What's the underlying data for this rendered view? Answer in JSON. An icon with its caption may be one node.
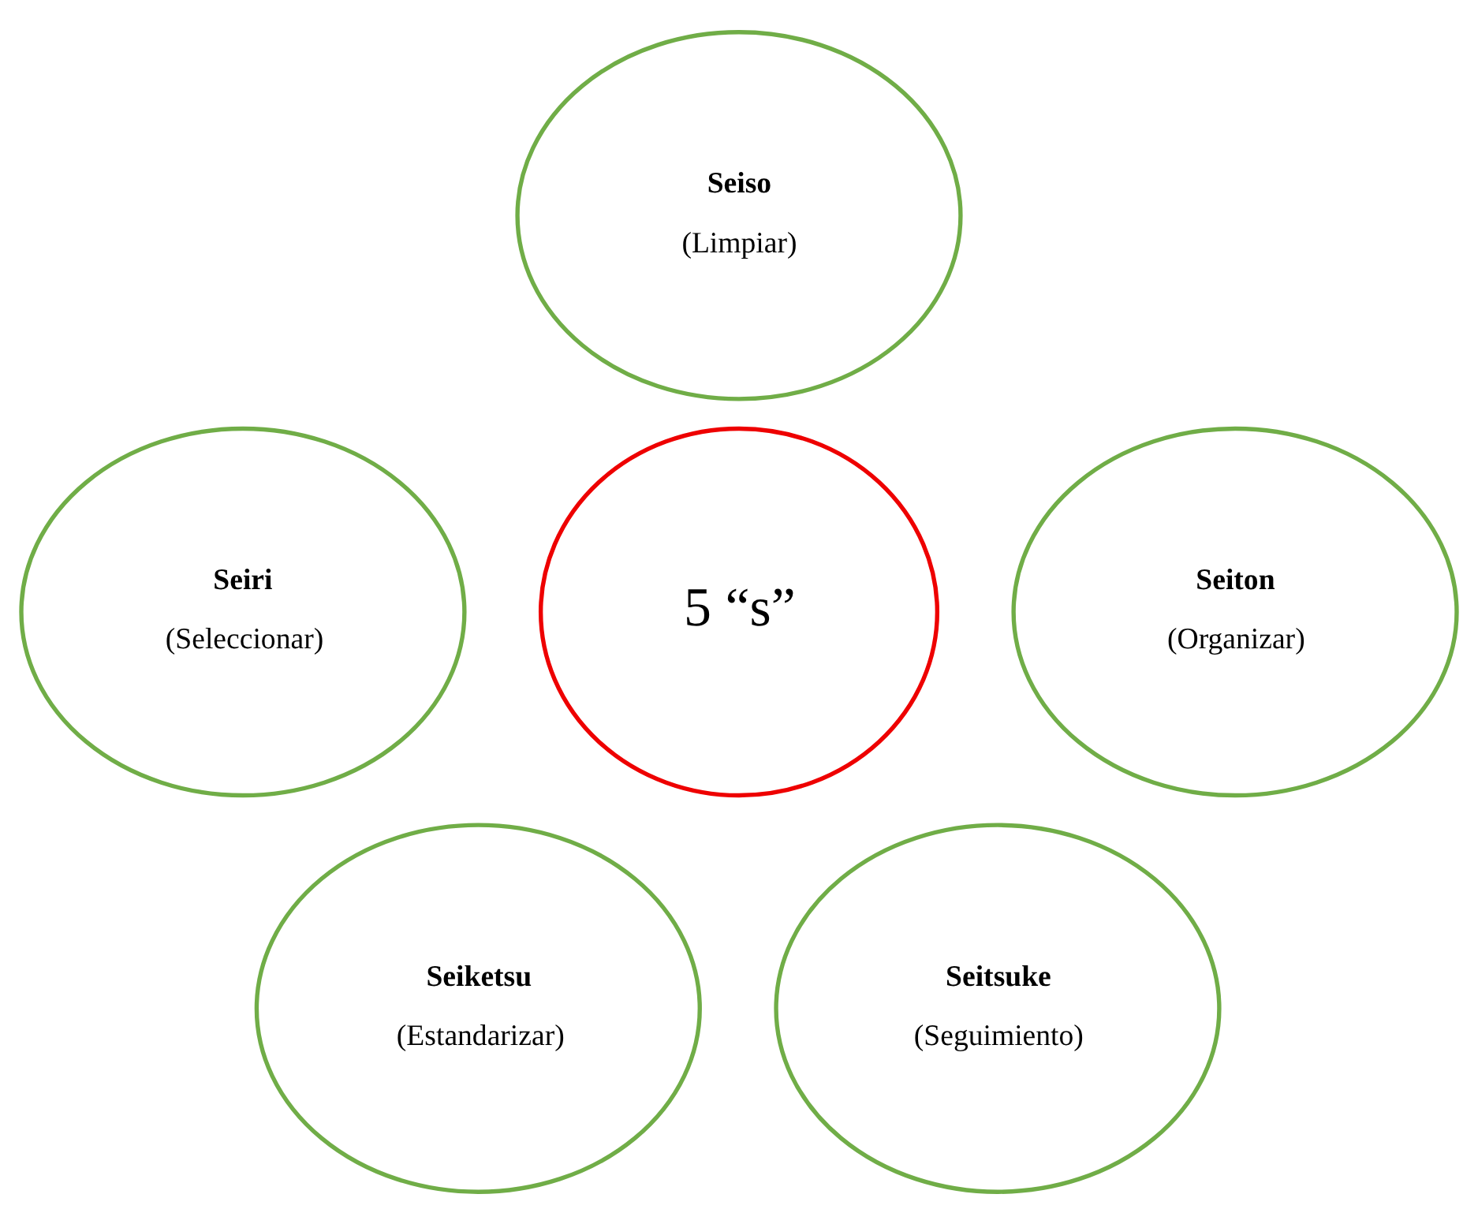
{
  "diagram": {
    "nodes": [
      {
        "text": [
          "Seiso",
          "(Limpiar)"
        ]
      },
      {
        "text": [
          "Seiri",
          "(Seleccionar)"
        ]
      },
      {
        "text": [
          "5 “s”"
        ]
      },
      {
        "text": [
          "Seiton",
          "(Organizar)"
        ]
      },
      {
        "text": [
          "Seiketsu",
          "(Estandarizar)"
        ]
      },
      {
        "text": [
          "Seitsuke",
          "(Seguimiento)"
        ]
      }
    ],
    "edges": []
  }
}
